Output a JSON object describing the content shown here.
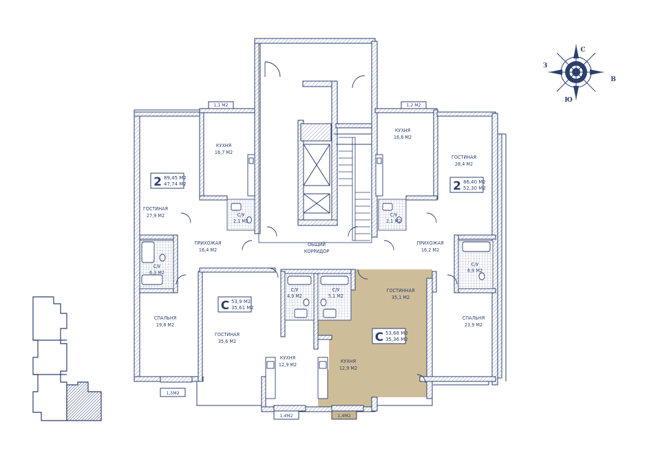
{
  "colors": {
    "wall": "#2b3f6e",
    "wall_hatch": "#9aa6c4",
    "highlight": "#c9b68e",
    "background": "#ffffff",
    "tile": "#b7c0d8"
  },
  "compass": {
    "north": "С",
    "south": "Ю",
    "east": "В",
    "west": "З"
  },
  "corridor": {
    "line1": "ОБЩИЙ",
    "line2": "КОРРИДОР"
  },
  "apartments": [
    {
      "id": "left-2",
      "rooms_count": "2",
      "area_total": "89,45 М2",
      "area_living": "47,74 М2",
      "highlighted": false,
      "rooms": [
        {
          "name": "КУХНЯ",
          "area": "16,7 М2"
        },
        {
          "name": "ГОСТИНАЯ",
          "area": "27,9 М2"
        },
        {
          "name": "ПРИХОЖАЯ",
          "area": "16,4 М2"
        },
        {
          "name": "С/У",
          "area": "6,3 М2"
        },
        {
          "name": "С/У",
          "area": "2,1 М2"
        },
        {
          "name": "СПАЛЬНЯ",
          "area": "19,8 М2"
        }
      ],
      "balconies": [
        "1,1 М2",
        "1,5М2"
      ]
    },
    {
      "id": "right-2",
      "rooms_count": "2",
      "area_total": "86,40 М2",
      "area_living": "52,30 М2",
      "highlighted": false,
      "rooms": [
        {
          "name": "КУХНЯ",
          "area": "16,6 М2"
        },
        {
          "name": "ГОСТИНАЯ",
          "area": "28,4 М2"
        },
        {
          "name": "ПРИХОЖАЯ",
          "area": "16,2 М2"
        },
        {
          "name": "С/У",
          "area": "6,9 М2"
        },
        {
          "name": "С/У",
          "area": "2,1 М2"
        },
        {
          "name": "СПАЛЬНЯ",
          "area": "23,9 М2"
        }
      ],
      "balconies": [
        "1,2 М2"
      ]
    },
    {
      "id": "center-left-c",
      "rooms_count": "С",
      "area_total": "53,9 М2",
      "area_living": "35,61 М2",
      "highlighted": false,
      "rooms": [
        {
          "name": "ГОСТИНАЯ",
          "area": "35,6 М2"
        },
        {
          "name": "КУХНЯ",
          "area": "12,9 М2"
        },
        {
          "name": "С/У",
          "area": "4,9 М2"
        }
      ],
      "balconies": [
        "1,4М2"
      ]
    },
    {
      "id": "center-right-c",
      "rooms_count": "С",
      "area_total": "53,68 М2",
      "area_living": "35,36 М2",
      "highlighted": true,
      "rooms": [
        {
          "name": "ГОСТИННАЯ",
          "area": "35,1 М2"
        },
        {
          "name": "КУХНЯ",
          "area": "12,9 М2"
        },
        {
          "name": "С/У",
          "area": "5,1 М2"
        }
      ],
      "balconies": [
        "1,4М2"
      ]
    }
  ]
}
